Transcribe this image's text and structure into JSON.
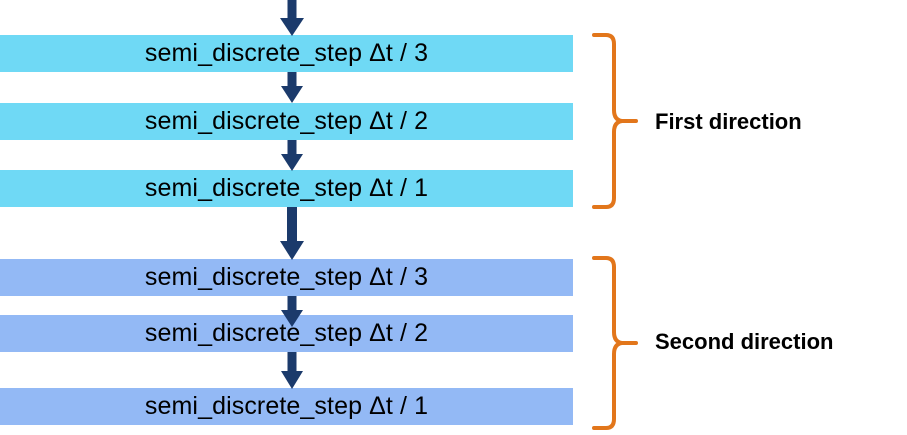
{
  "diagram": {
    "title": "Dimensional splitting semi-discrete step sequence",
    "background_color": "#FFFFFF",
    "arrow_color": "#1B3A6B",
    "brace_color": "#E2761B",
    "label_color": "#000000"
  },
  "groups": [
    {
      "name": "first-direction",
      "label": "First direction",
      "box_color": "#6FD9F5",
      "steps": [
        {
          "text": "semi_discrete_step Δt / 3"
        },
        {
          "text": "semi_discrete_step Δt / 2"
        },
        {
          "text": "semi_discrete_step Δt / 1"
        }
      ]
    },
    {
      "name": "second-direction",
      "label": "Second direction",
      "box_color": "#93B9F5",
      "steps": [
        {
          "text": "semi_discrete_step Δt / 3"
        },
        {
          "text": "semi_discrete_step Δt / 2"
        },
        {
          "text": "semi_discrete_step Δt / 1"
        }
      ]
    }
  ]
}
